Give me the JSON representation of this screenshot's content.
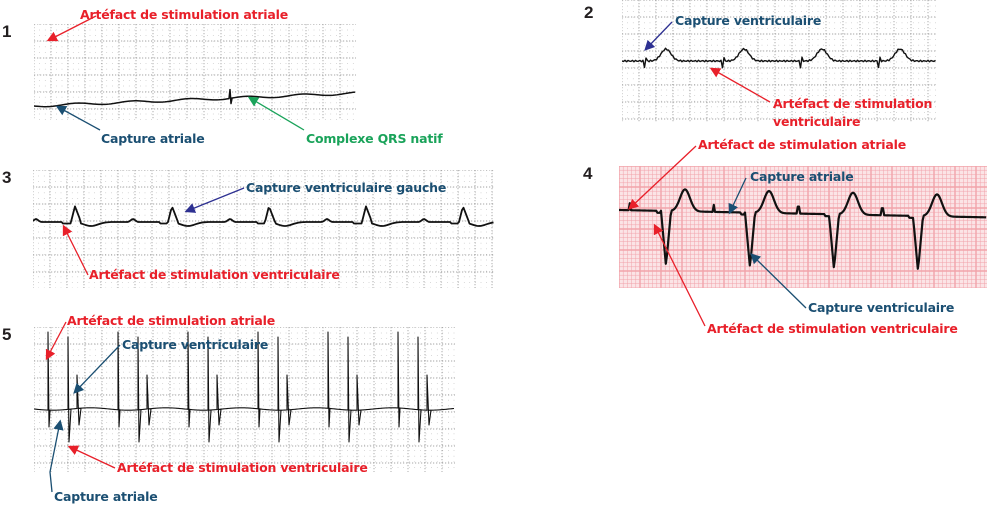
{
  "colors": {
    "red": "#e8202a",
    "blue": "#1b4f72",
    "navy": "#2e3192",
    "green": "#1aa35a",
    "trace": "#111111",
    "grid_dot": "#8a8a8a",
    "pink_grid": "#f2a3aa",
    "pink_bg": "#fbe4e6"
  },
  "panels": [
    {
      "number": "1",
      "labels": {
        "atrial_artifact": "Artéfact de stimulation atriale",
        "atrial_capture": "Capture atriale",
        "native_qrs": "Complexe QRS natif"
      }
    },
    {
      "number": "2",
      "labels": {
        "ventricular_capture": "Capture ventriculaire",
        "ventricular_artifact_line1": "Artéfact de stimulation",
        "ventricular_artifact_line2": "ventriculaire"
      }
    },
    {
      "number": "3",
      "labels": {
        "left_ventricular_capture": "Capture ventriculaire gauche",
        "ventricular_artifact": "Artéfact de stimulation ventriculaire"
      }
    },
    {
      "number": "4",
      "labels": {
        "atrial_artifact": "Artéfact de stimulation atriale",
        "atrial_capture": "Capture atriale",
        "ventricular_capture": "Capture ventriculaire",
        "ventricular_artifact": "Artéfact de stimulation ventriculaire"
      }
    },
    {
      "number": "5",
      "labels": {
        "atrial_artifact": "Artéfact de stimulation atriale",
        "ventricular_capture": "Capture ventriculaire",
        "ventricular_artifact": "Artéfact de stimulation ventriculaire",
        "atrial_capture": "Capture atriale"
      }
    }
  ]
}
